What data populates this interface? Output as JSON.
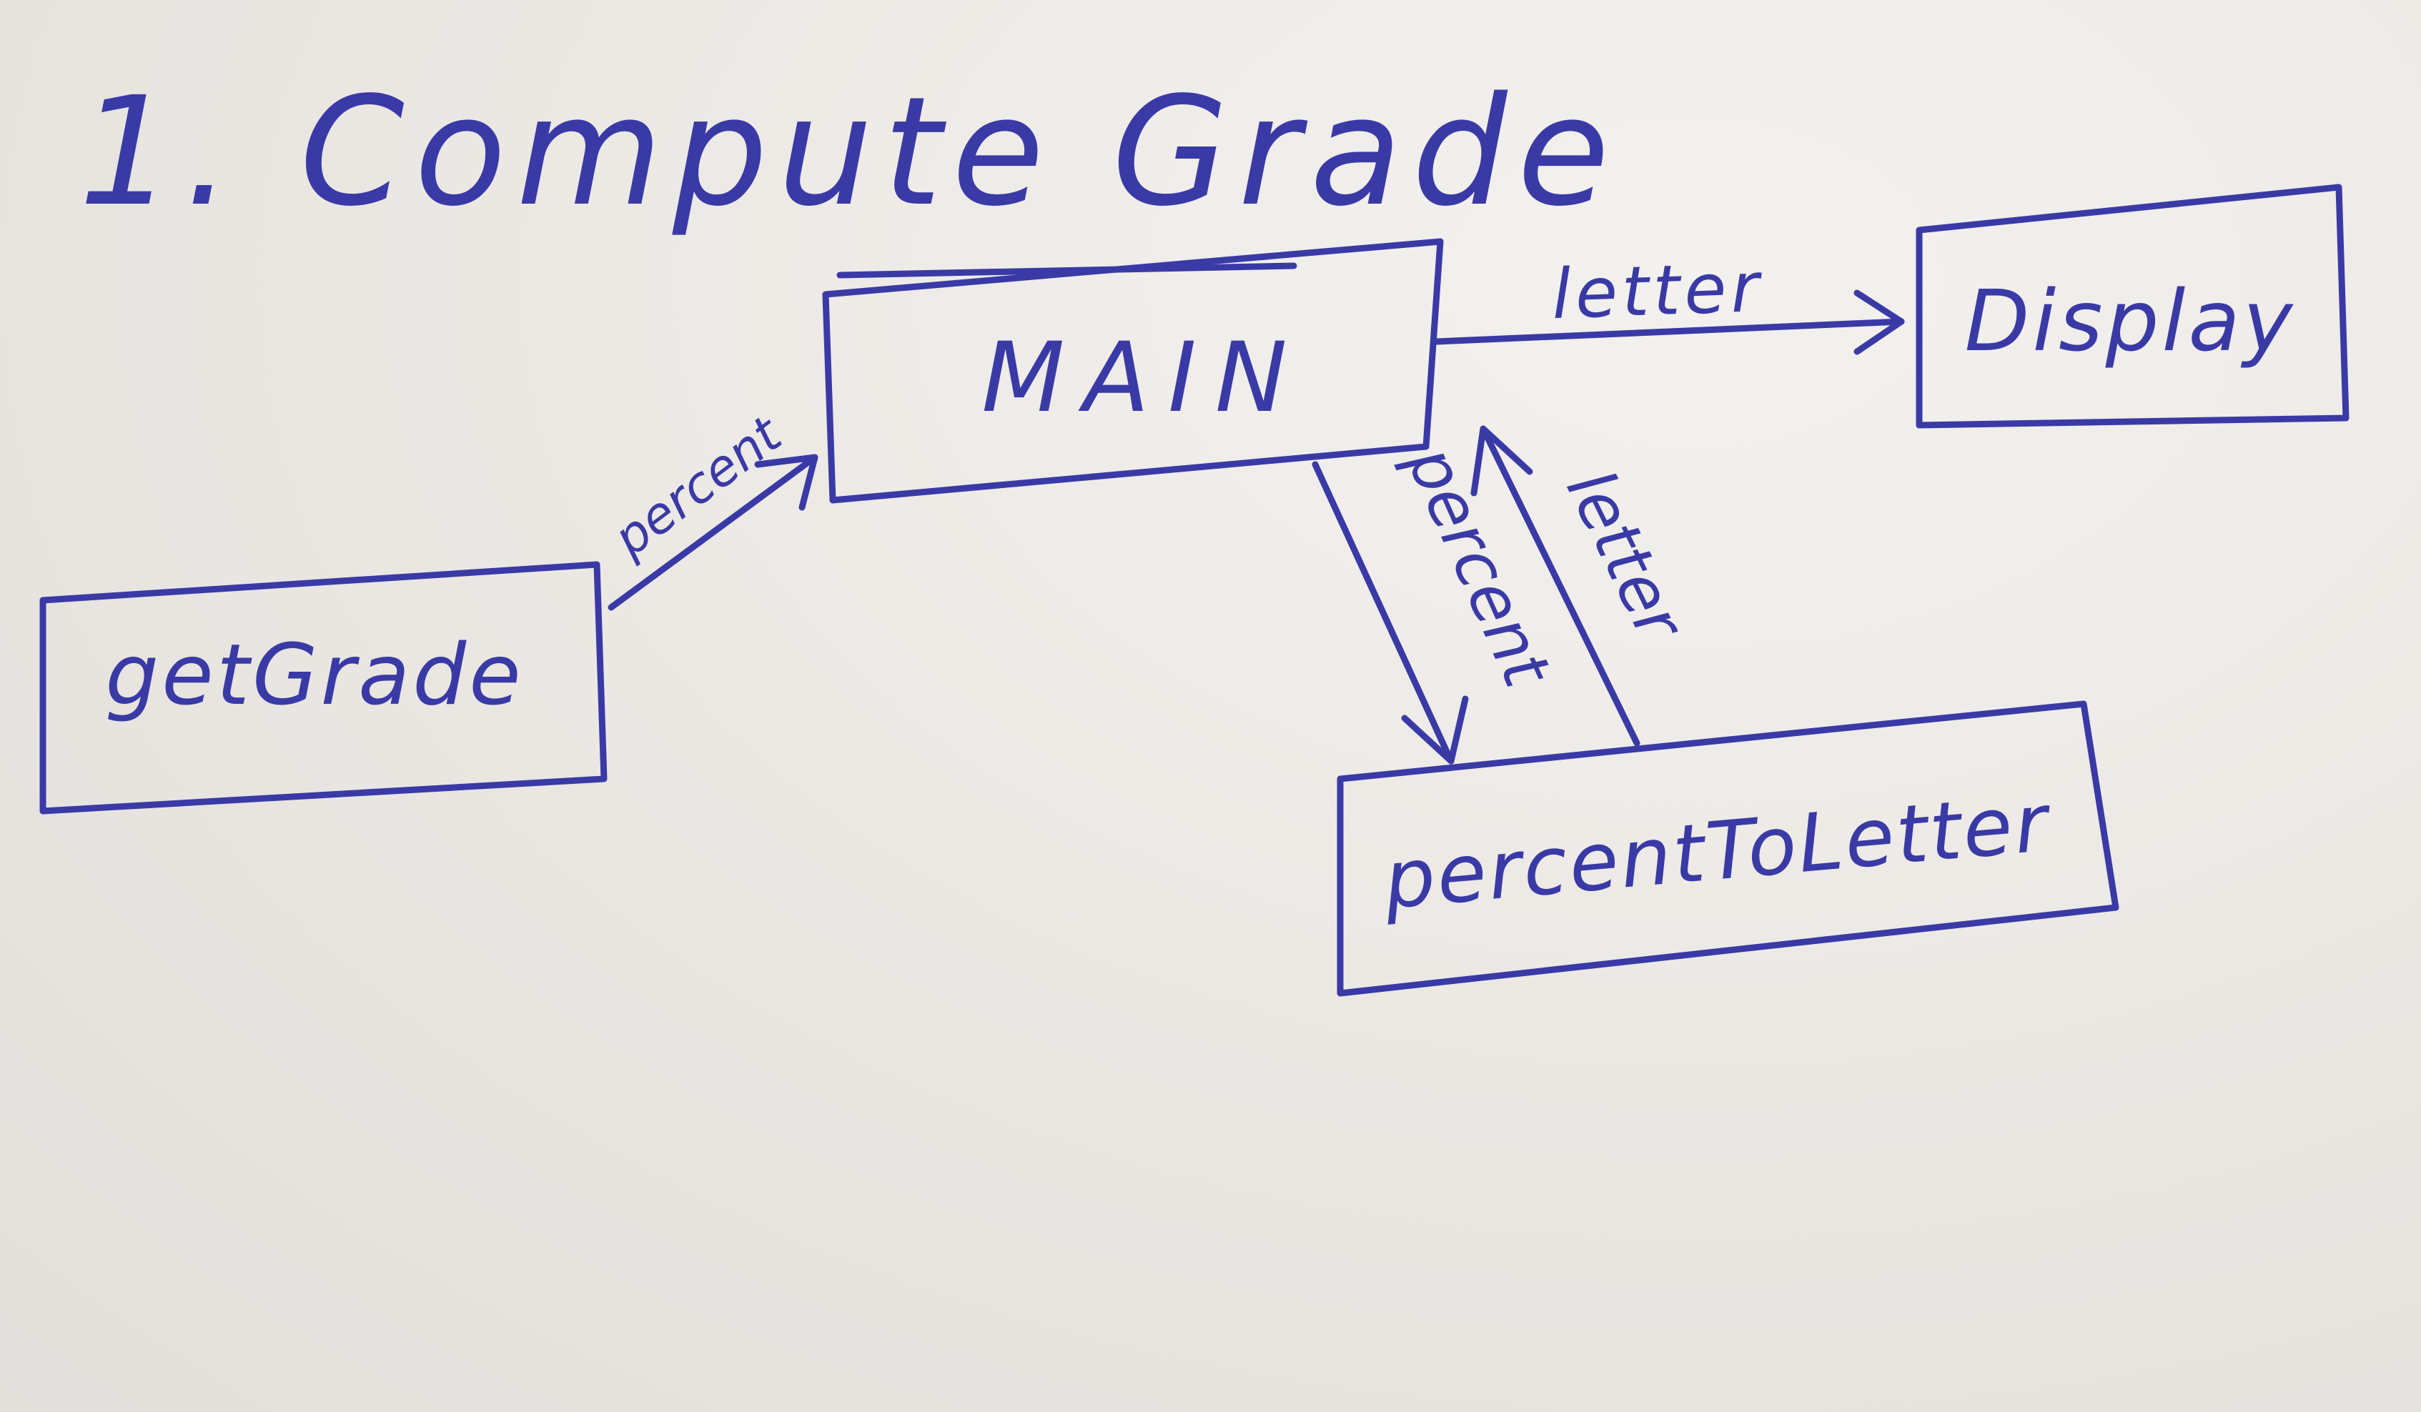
{
  "diagram": {
    "title": "1. Compute Grade",
    "nodes": {
      "main": "MAIN",
      "display": "Display",
      "get_grade": "getGrade",
      "percent_to_letter": "percentToLetter"
    },
    "edges": [
      {
        "from": "getGrade",
        "to": "MAIN",
        "label": "percent"
      },
      {
        "from": "MAIN",
        "to": "Display",
        "label": "letter"
      },
      {
        "from": "MAIN",
        "to": "percentToLetter",
        "label": "percent"
      },
      {
        "from": "percentToLetter",
        "to": "MAIN",
        "label": "letter"
      }
    ]
  },
  "colors": {
    "ink": "#3a3aa6",
    "paper": "#ece9e5"
  }
}
